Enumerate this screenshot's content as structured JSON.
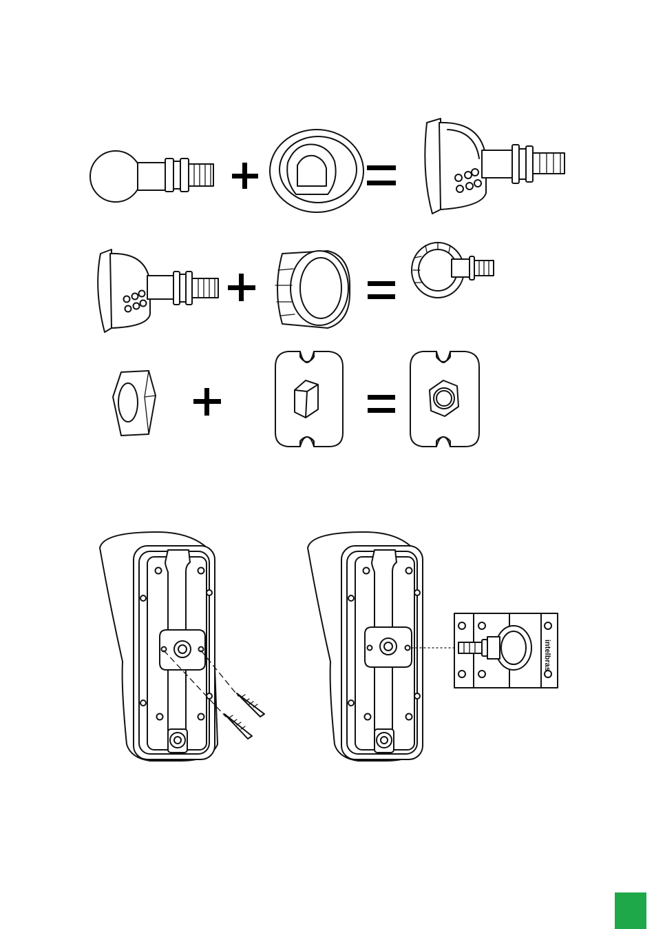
{
  "page": {
    "accent_color": "#1fa84a",
    "bracket_brand_text": "intelbras"
  },
  "icons": {
    "plus": "plus-sign",
    "equals": "equals-sign"
  }
}
